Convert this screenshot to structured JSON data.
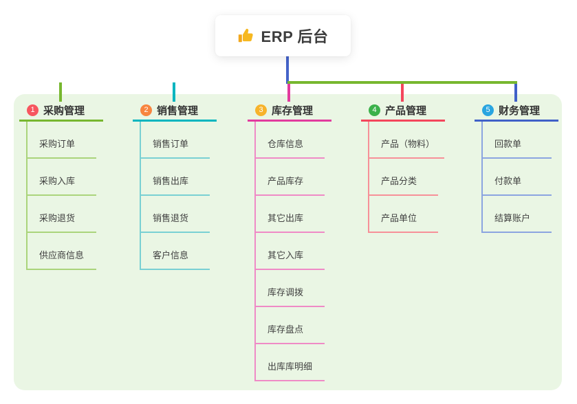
{
  "root": {
    "title": "ERP 后台",
    "icon": "thumbs-up-icon",
    "line_color": "#4463c9"
  },
  "branches": [
    {
      "number": "1",
      "title": "采购管理",
      "color": "#77b72f",
      "light_color": "#aad47b",
      "badge_color": "#f7565f",
      "children": [
        "采购订单",
        "采购入库",
        "采购退货",
        "供应商信息"
      ]
    },
    {
      "number": "2",
      "title": "销售管理",
      "color": "#00b5bf",
      "light_color": "#79d0d3",
      "badge_color": "#f8853f",
      "children": [
        "销售订单",
        "销售出库",
        "销售退货",
        "客户信息"
      ]
    },
    {
      "number": "3",
      "title": "库存管理",
      "color": "#e23b9e",
      "light_color": "#ef8ac6",
      "badge_color": "#f7b32b",
      "children": [
        "仓库信息",
        "产品库存",
        "其它出库",
        "其它入库",
        "库存调拨",
        "库存盘点",
        "出库库明细"
      ]
    },
    {
      "number": "4",
      "title": "产品管理",
      "color": "#f4465c",
      "light_color": "#f79098",
      "badge_color": "#3bb14a",
      "children": [
        "产品（物料）",
        "产品分类",
        "产品单位"
      ]
    },
    {
      "number": "5",
      "title": "财务管理",
      "color": "#4060c8",
      "light_color": "#8ba4e0",
      "badge_color": "#29a5e0",
      "children": [
        "回款单",
        "付款单",
        "结算账户"
      ]
    }
  ],
  "colors": {
    "panel_bg": "#eaf6e4",
    "canvas_bg": "#ffffff",
    "root_text": "#3c3c3c",
    "branch_text": "#333333",
    "child_text": "#414141"
  }
}
